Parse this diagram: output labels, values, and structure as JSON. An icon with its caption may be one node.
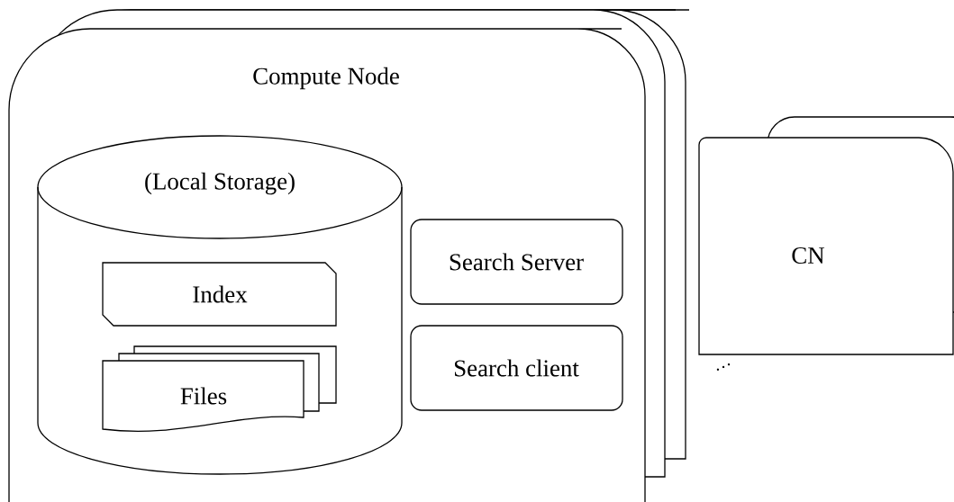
{
  "diagram": {
    "nodes": [
      {
        "text": [
          "Compute Node"
        ]
      },
      {
        "text": [
          "(Local Storage)"
        ],
        "in": 0
      },
      {
        "text": [
          "Index"
        ],
        "in": 1
      },
      {
        "text": [
          "Files"
        ],
        "in": 1
      },
      {
        "text": [
          "Search Server"
        ],
        "in": 0
      },
      {
        "text": [
          "Search client"
        ],
        "in": 0
      },
      {
        "text": [
          "CN"
        ]
      }
    ],
    "labels": [
      "…"
    ]
  }
}
